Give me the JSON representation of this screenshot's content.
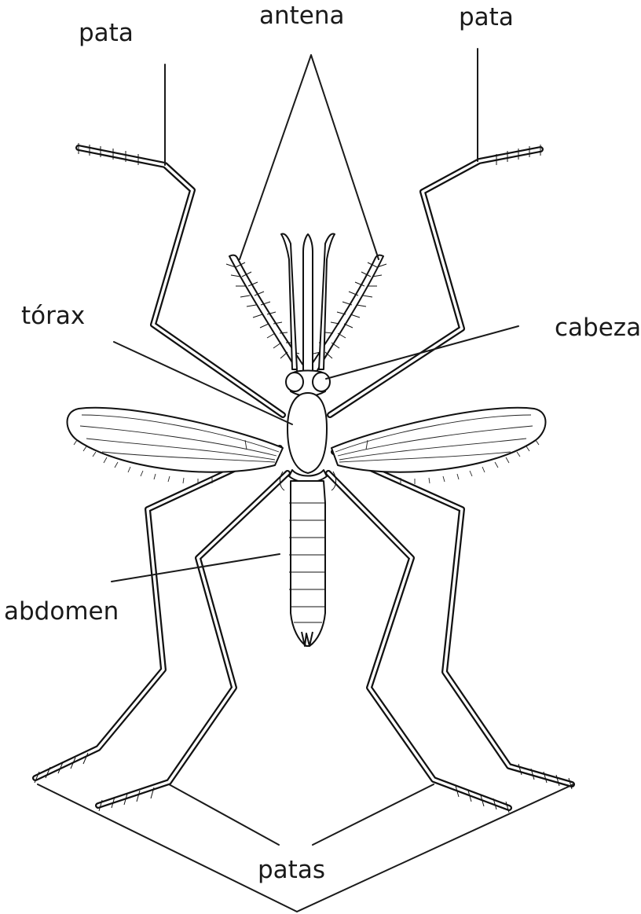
{
  "labels": {
    "pata_left": "pata",
    "antena": "antena",
    "pata_right": "pata",
    "torax": "tórax",
    "cabeza": "cabeza",
    "abdomen": "abdomen",
    "patas": "patas"
  }
}
